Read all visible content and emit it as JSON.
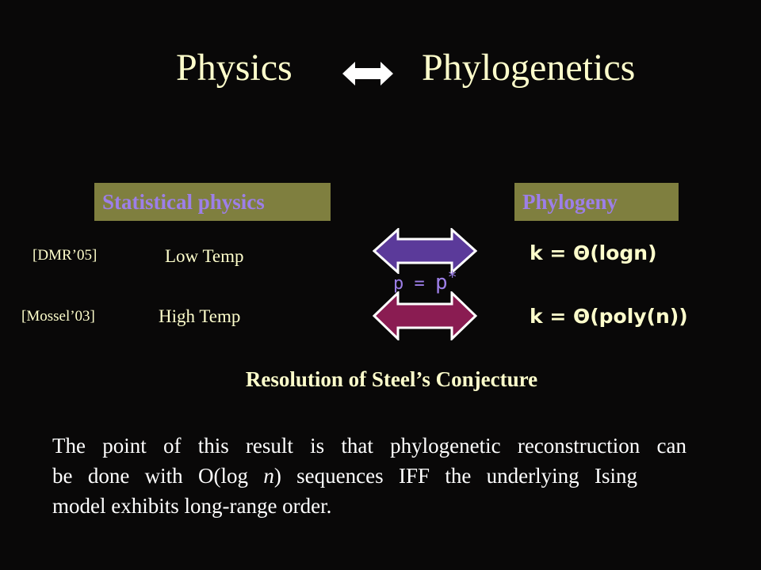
{
  "slide": {
    "title_left": "Physics",
    "title_right": "Phylogenetics",
    "box_left": "Statistical physics",
    "box_right": "Phylogeny",
    "cite_1": "[DMR’05]",
    "cite_2": "[Mossel’03]",
    "temp_1": "Low Temp",
    "temp_2": "High Temp",
    "threshold": {
      "lhs": "p = ",
      "rhs": "p",
      "sup": "*"
    },
    "k_1": "k = Θ(logn)",
    "k_2": "k = Θ(poly(n))",
    "resolution": "Resolution of Steel’s Conjecture",
    "paragraph": {
      "line1": "The point of this result is that phylogenetic reconstruction can",
      "line2_a": "be done with O(log ",
      "line2_n": "n",
      "line2_b": ") sequences IFF the underlying Ising",
      "line3": "model exhibits long-range order."
    }
  },
  "colors": {
    "background": "#090808",
    "cream": "#ffffcc",
    "box": "#7f7f3f",
    "violet": "#9d7fe8",
    "arrow_top": "#5b3a9a",
    "arrow_bottom": "#8a1c52"
  }
}
